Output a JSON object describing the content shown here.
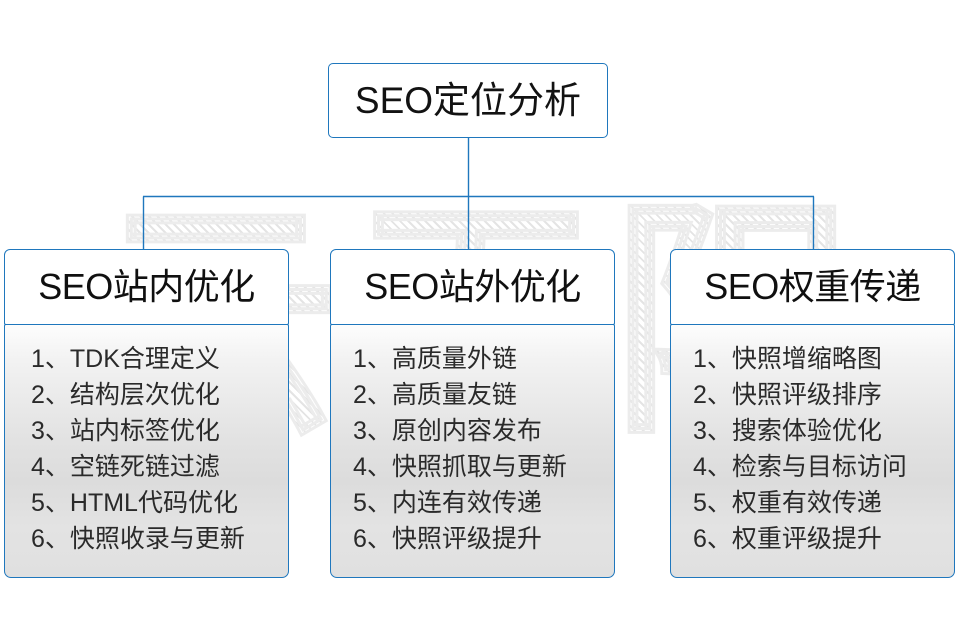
{
  "watermark": {
    "text": "云无限"
  },
  "colors": {
    "border": "#1f77bd",
    "connector": "#1f77bd",
    "text": "#121212",
    "item_text": "#2a2a2a",
    "body_fill": "#e0e0e0",
    "head_fill": "#ffffff",
    "page_bg": "#ffffff"
  },
  "diagram": {
    "root": {
      "title": "SEO定位分析"
    },
    "branches": [
      {
        "title": "SEO站内优化",
        "items": [
          "1、TDK合理定义",
          "2、结构层次优化",
          "3、站内标签优化",
          "4、空链死链过滤",
          "5、HTML代码优化",
          "6、快照收录与更新"
        ]
      },
      {
        "title": "SEO站外优化",
        "items": [
          "1、高质量外链",
          "2、高质量友链",
          "3、原创内容发布",
          "4、快照抓取与更新",
          "5、内连有效传递",
          "6、快照评级提升"
        ]
      },
      {
        "title": "SEO权重传递",
        "items": [
          "1、快照增缩略图",
          "2、快照评级排序",
          "3、搜索体验优化",
          "4、检索与目标访问",
          "5、权重有效传递",
          "6、权重评级提升"
        ]
      }
    ]
  }
}
